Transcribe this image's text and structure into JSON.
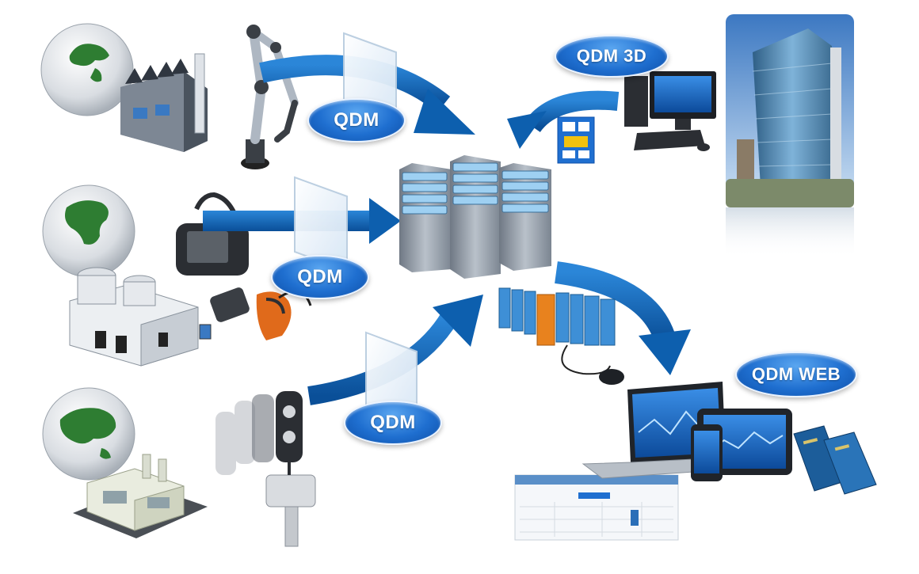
{
  "labels": {
    "qdm_top": "QDM",
    "qdm_middle": "QDM",
    "qdm_bottom": "QDM",
    "qdm_3d": "QDM 3D",
    "qdm_web": "QDM WEB"
  },
  "colors": {
    "arrow_blue": "#0d5fae",
    "pill_blue": "#1f6fd0",
    "globe_land": "#2e7d32",
    "server_gray": "#8c96a3"
  }
}
